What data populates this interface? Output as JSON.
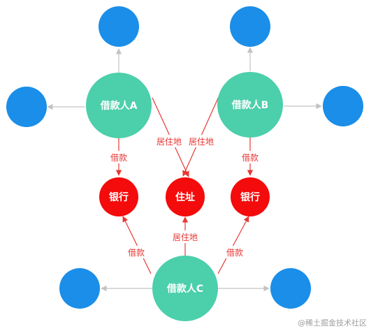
{
  "colors": {
    "borrower": "#4ccfab",
    "outer": "#1a8ee8",
    "red": "#f40b0b",
    "gray_edge": "#c3c3c3",
    "red_edge": "#e53935"
  },
  "nodes": {
    "borrower_a": "借款人A",
    "borrower_b": "借款人B",
    "borrower_c": "借款人C",
    "bank_left": "银行",
    "address": "住址",
    "bank_right": "银行"
  },
  "edge_labels": {
    "a_bank": "借款",
    "a_addr": "居住地",
    "b_addr": "居住地",
    "b_bank": "借款",
    "c_addr": "居住地",
    "c_bank_left": "借款",
    "c_bank_right": "借款"
  },
  "watermark": "@稀土掘金技术社区"
}
